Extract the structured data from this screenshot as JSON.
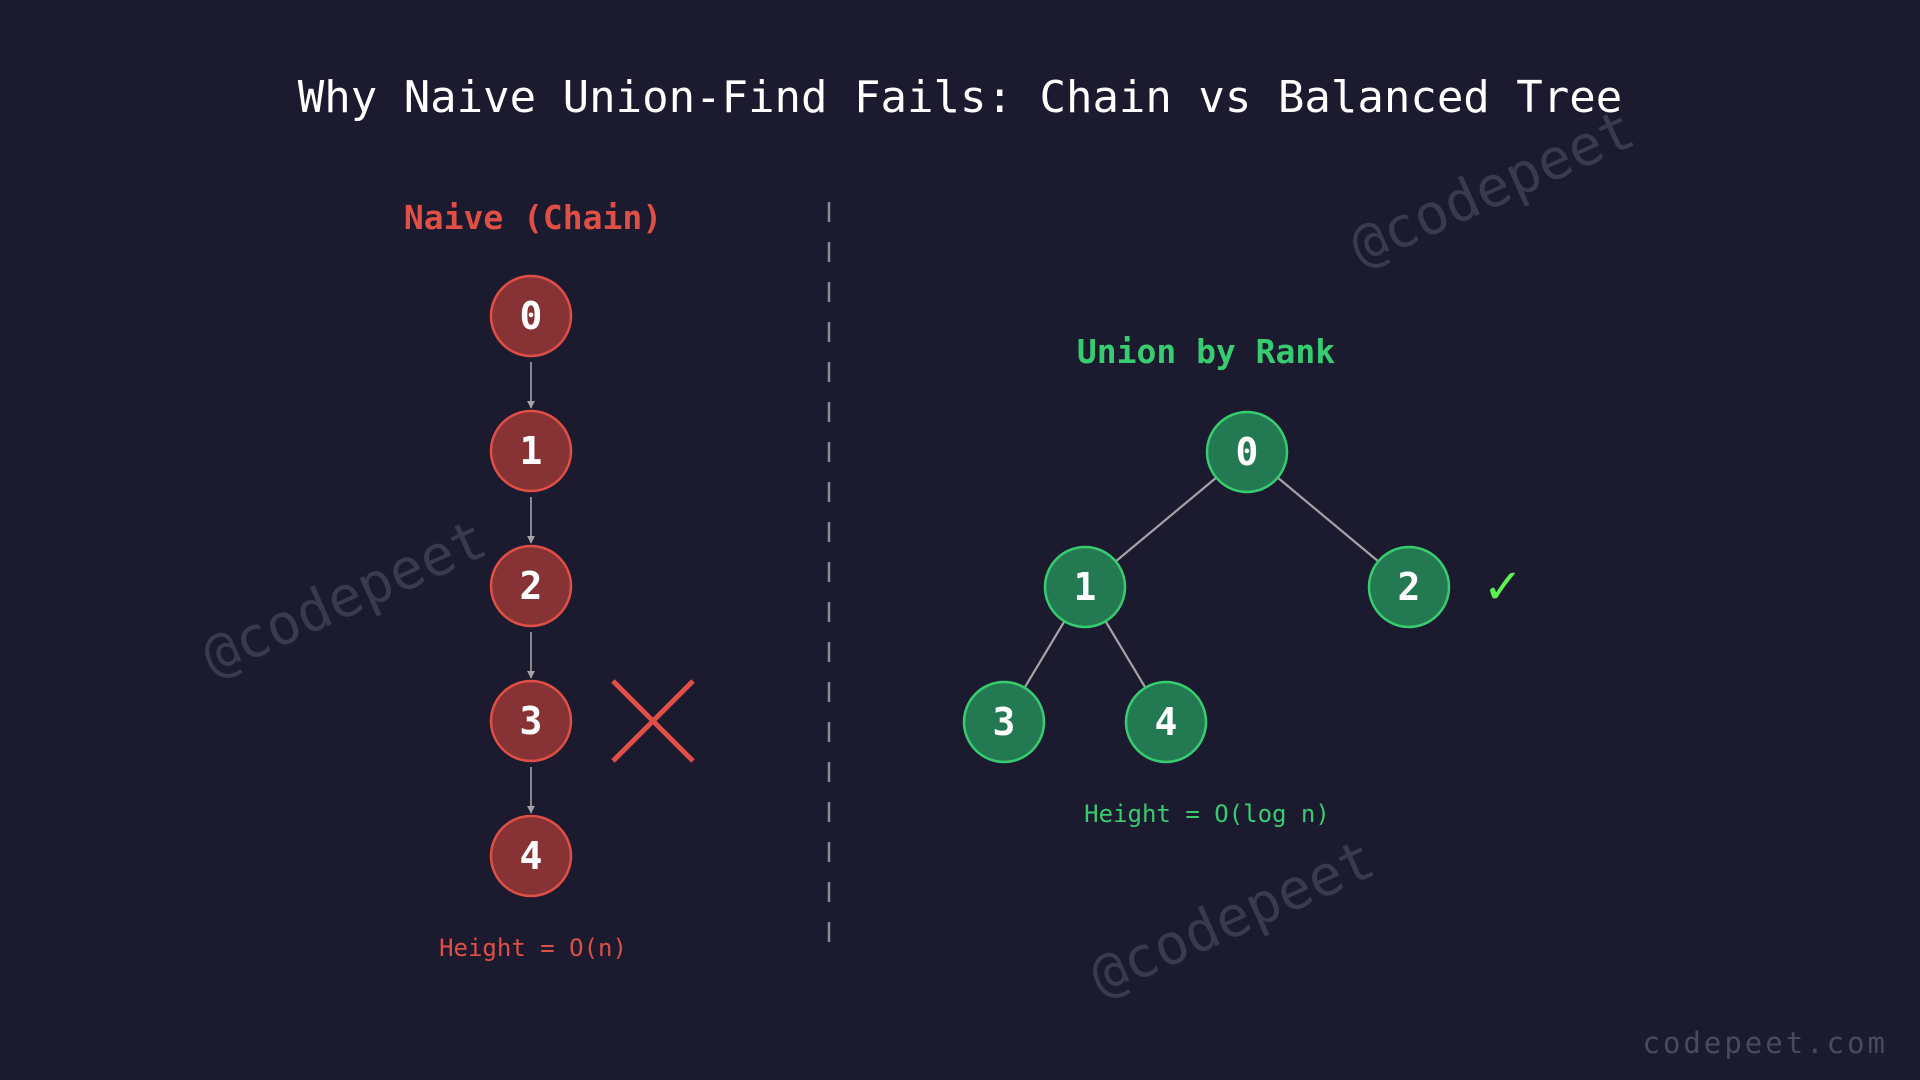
{
  "title": "Why Naive Union-Find Fails: Chain vs Balanced Tree",
  "watermark": "@codepeet",
  "footer": "codepeet.com",
  "colors": {
    "background": "#1b1a2e",
    "naive_accent": "#e04f46",
    "naive_fill": "#873335",
    "rank_accent": "#38cc70",
    "rank_fill": "#237a52",
    "edge": "#a3a3a8",
    "divider": "#8a8a92",
    "check": "#5cf24e"
  },
  "naive": {
    "title": "Naive (Chain)",
    "caption": "Height = O(n)",
    "nodes": [
      {
        "id": "n0",
        "label": "0"
      },
      {
        "id": "n1",
        "label": "1"
      },
      {
        "id": "n2",
        "label": "2"
      },
      {
        "id": "n3",
        "label": "3"
      },
      {
        "id": "n4",
        "label": "4"
      }
    ],
    "edges": [
      [
        "n0",
        "n1"
      ],
      [
        "n1",
        "n2"
      ],
      [
        "n2",
        "n3"
      ],
      [
        "n3",
        "n4"
      ]
    ],
    "marker": "cross-icon"
  },
  "rank": {
    "title": "Union by Rank",
    "caption": "Height = O(log n)",
    "nodes": [
      {
        "id": "r0",
        "label": "0"
      },
      {
        "id": "r1",
        "label": "1"
      },
      {
        "id": "r2",
        "label": "2"
      },
      {
        "id": "r3",
        "label": "3"
      },
      {
        "id": "r4",
        "label": "4"
      }
    ],
    "edges": [
      [
        "r0",
        "r1"
      ],
      [
        "r0",
        "r2"
      ],
      [
        "r1",
        "r3"
      ],
      [
        "r1",
        "r4"
      ]
    ],
    "marker": "checkmark-icon",
    "marker_glyph": "✓"
  }
}
